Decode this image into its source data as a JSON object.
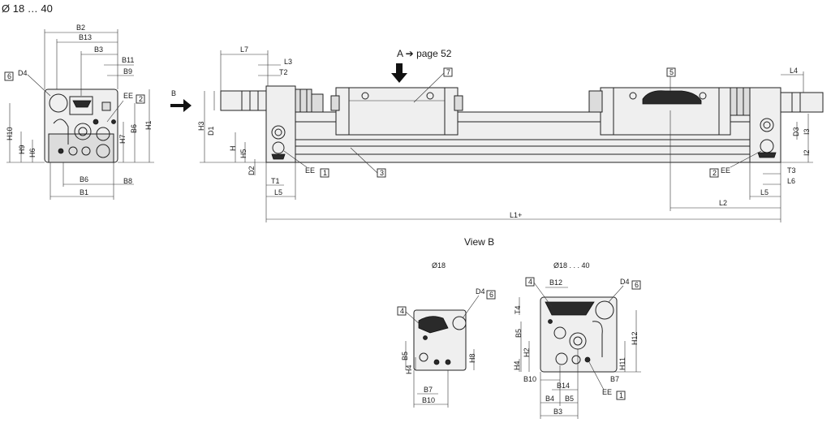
{
  "labels": {
    "size_range_top": "Ø 18 … 40",
    "view_b_title": "View B",
    "size_18": "Ø18",
    "size_range_bottom": "Ø18 . . . 40",
    "arrow_a": "A ➔ page 52",
    "arrow_b": "B"
  },
  "dims": {
    "B2": "B2",
    "B13": "B13",
    "B3": "B3",
    "B11": "B11",
    "B9": "B9",
    "EE": "EE",
    "H10": "H10",
    "H9": "H9",
    "H6": "H6",
    "B6": "B6",
    "B1": "B1",
    "H1": "H1",
    "H7": "H7",
    "B8": "B8",
    "D4": "D4",
    "L7": "L7",
    "L3": "L3",
    "T2": "T2",
    "H3": "H3",
    "D1": "D1",
    "H": "H",
    "H5": "H5",
    "D2": "D2",
    "T1": "T1",
    "L5": "L5",
    "L1": "L1+",
    "L2": "L2",
    "L4": "L4",
    "D3": "D3",
    "I3": "I3",
    "I2": "I2",
    "T3": "T3",
    "L6": "L6",
    "B12": "B12",
    "T4": "T4",
    "H12": "H12",
    "H2": "H2",
    "H4": "H4",
    "B5": "B5",
    "B10": "B10",
    "B14": "B14",
    "B4": "B4",
    "B7": "B7",
    "H8": "H8",
    "H11": "H11"
  },
  "callouts": {
    "c1": "1",
    "c2": "2",
    "c3": "3",
    "c4": "4",
    "c5": "5",
    "c6": "6",
    "c7": "7"
  }
}
